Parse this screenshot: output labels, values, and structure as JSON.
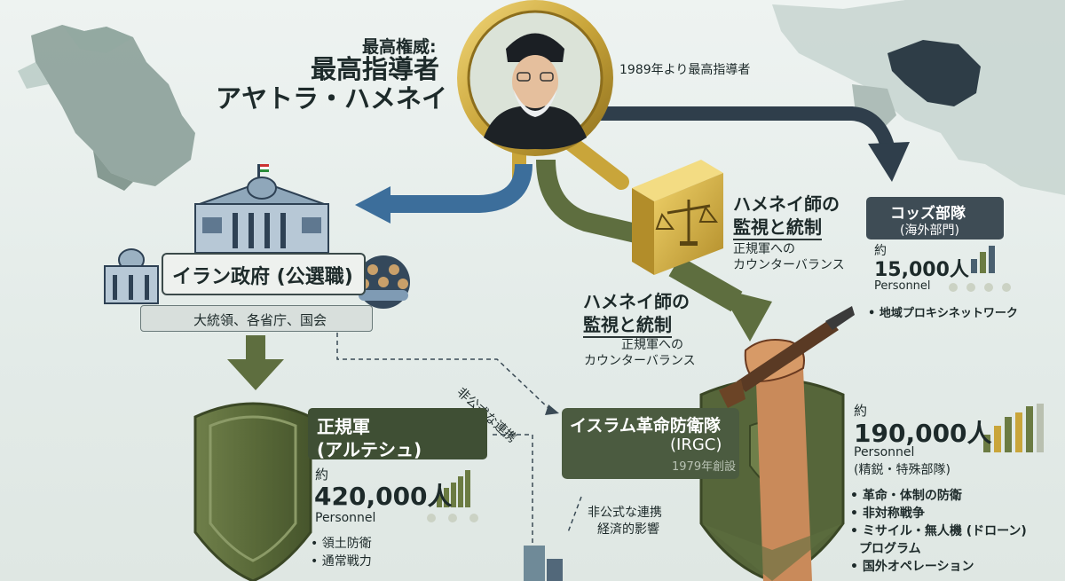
{
  "header": {
    "label": "最高権威:",
    "title_line1": "最高指導者",
    "title_line2": "アヤトラ・ハメネイ",
    "since": "1989年より最高指導者"
  },
  "oversight": {
    "title_line1": "ハメネイ師の",
    "title_line2": "監視と統制",
    "sub_line1": "正規軍への",
    "sub_line2": "カウンターバランス"
  },
  "government": {
    "title": "イラン政府 (公選職)",
    "subtitle": "大統領、各省庁、国会"
  },
  "informal_link_1": "非公式な連携",
  "informal_link_2": {
    "line1": "非公式な連携",
    "line2": "経済的影響"
  },
  "army": {
    "name_line1": "正規軍",
    "name_line2": "(アルテシュ)",
    "approx": "約",
    "personnel": "420,000人",
    "personnel_label": "Personnel",
    "roles": [
      "領土防衛",
      "通常戦力"
    ]
  },
  "irgc": {
    "name_line1": "イスラム革命防衛隊",
    "name_line2": "(IRGC)",
    "founded": "1979年創設",
    "approx": "約",
    "personnel": "190,000人",
    "personnel_label": "Personnel",
    "personnel_note": "(精鋭・特殊部隊)",
    "roles": [
      "革命・体制の防衛",
      "非対称戦争",
      "ミサイル・無人機 (ドローン)",
      "プログラム",
      "国外オペレーション"
    ]
  },
  "quds": {
    "name": "コッズ部隊",
    "subtitle": "(海外部門)",
    "approx": "約",
    "personnel": "15,000人",
    "personnel_label": "Personnel",
    "roles": [
      "地域プロキシネットワーク"
    ]
  },
  "colors": {
    "gold": "#c9a53a",
    "army_green": "#5e6e3f",
    "navy": "#2f3e4b",
    "gov_blue": "#3c6e9b",
    "quds_box": "#3e4c55"
  },
  "icons": [
    "supreme-leader-portrait-icon",
    "scales-icon",
    "rifle-fist-icon",
    "government-building-icon",
    "people-group-icon",
    "shield-icon",
    "iran-map-icon",
    "world-map-icon",
    "bar-chart-icon"
  ]
}
